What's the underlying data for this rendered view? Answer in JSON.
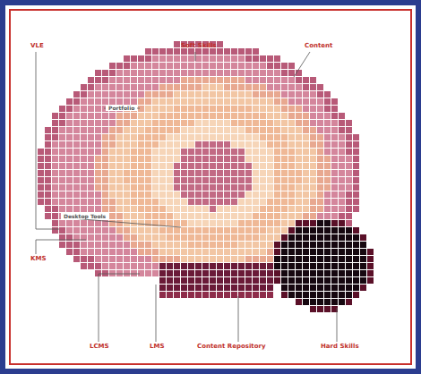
{
  "diagram": {
    "labels": [
      "VLE",
      "Soft Skills",
      "Content",
      "Portfolio",
      "Desktop Tools",
      "KMS",
      "LCMS",
      "LMS",
      "Content Repository",
      "Hard Skills"
    ]
  }
}
